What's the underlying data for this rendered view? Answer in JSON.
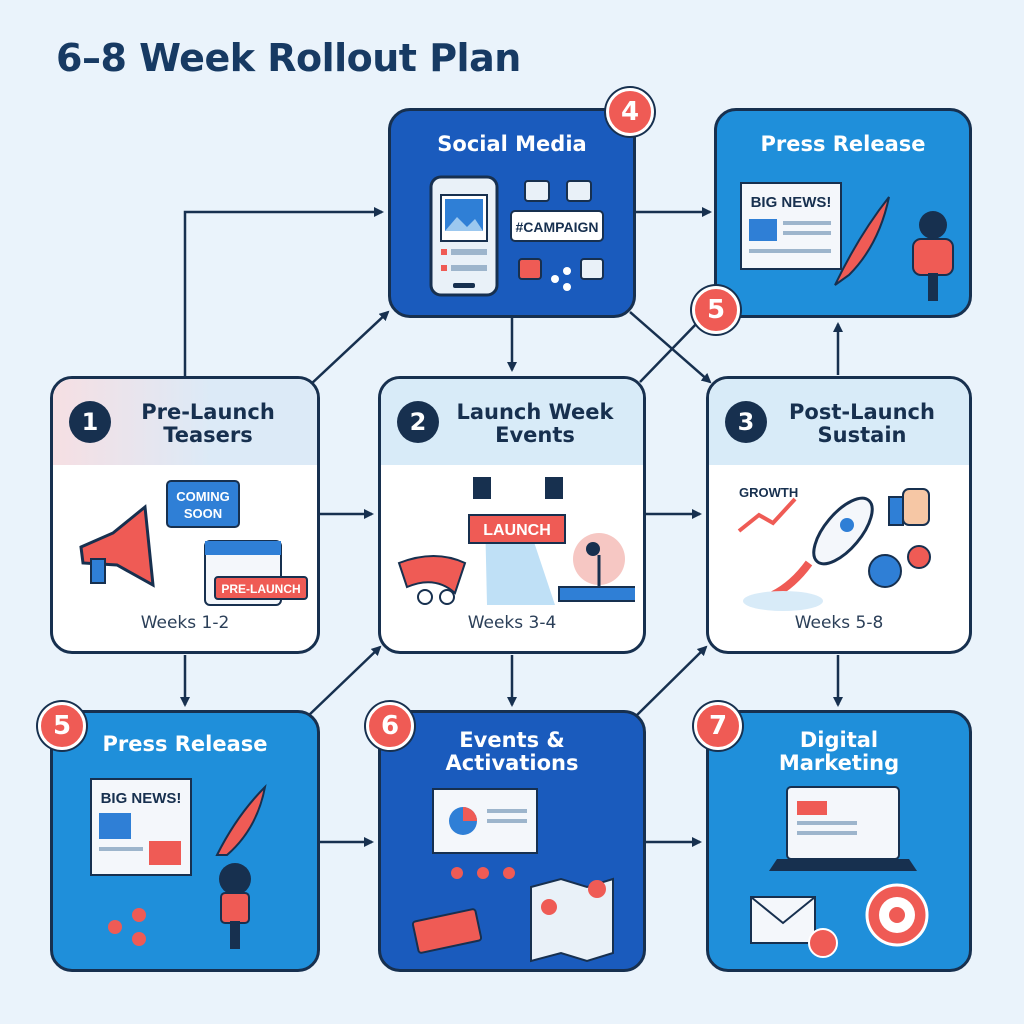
{
  "title": "6–8 Week Rollout Plan",
  "nodes": {
    "social": {
      "title": "Social Media",
      "badge": "4",
      "hashtag": "#CAMPAIGN"
    },
    "press_top": {
      "title": "Press Release",
      "big_news": "BIG NEWS!"
    },
    "press_top_badge": "5",
    "prelaunch": {
      "number": "1",
      "title": "Pre-Launch\nTeasers",
      "weeks": "Weeks 1-2",
      "coming_soon": "COMING\nSOON",
      "pre_launch": "PRE-LAUNCH"
    },
    "launch": {
      "number": "2",
      "title": "Launch Week\nEvents",
      "weeks": "Weeks 3-4",
      "banner": "LAUNCH"
    },
    "postlaunch": {
      "number": "3",
      "title": "Post-Launch\nSustain",
      "weeks": "Weeks 5-8",
      "growth": "GROWTH"
    },
    "press_bottom": {
      "title": "Press Release",
      "badge": "5",
      "big_news": "BIG NEWS!"
    },
    "events": {
      "title": "Events &\nActivations",
      "badge": "6"
    },
    "digital": {
      "title": "Digital\nMarketing",
      "badge": "7"
    }
  },
  "colors": {
    "navy": "#17304f",
    "blue": "#1f8fda",
    "deep_blue": "#1a5bbd",
    "accent_red": "#ef5b55",
    "background": "#eaf3fb"
  }
}
